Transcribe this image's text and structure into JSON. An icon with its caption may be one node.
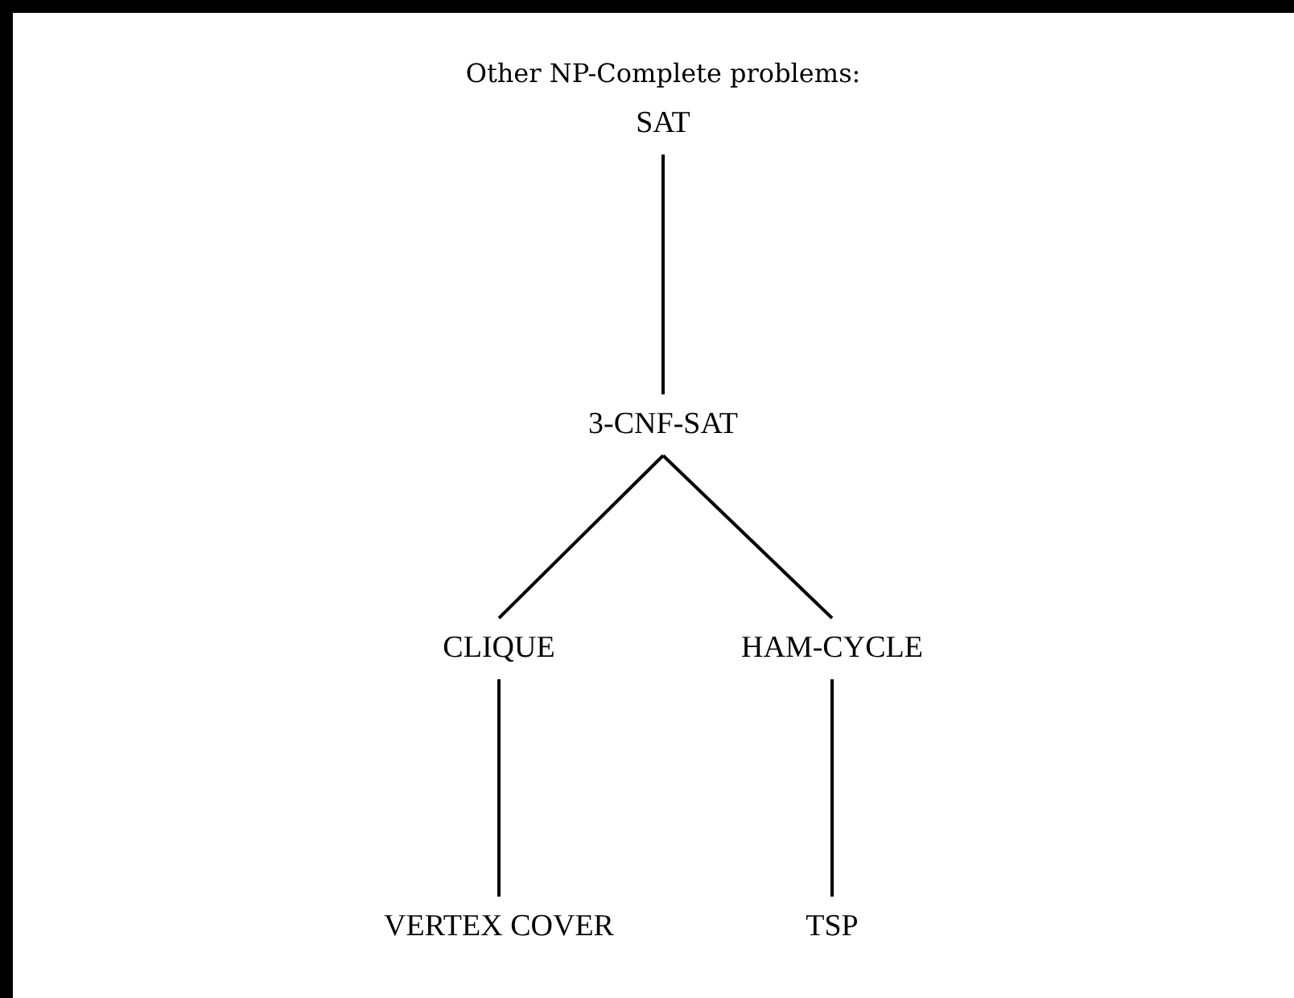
{
  "diagram": {
    "title": "Other NP-Complete problems:",
    "nodes": [
      {
        "text": [
          "SAT"
        ]
      },
      {
        "text": [
          "3-CNF-SAT"
        ]
      },
      {
        "text": [
          "CLIQUE"
        ]
      },
      {
        "text": [
          "HAM-CYCLE"
        ]
      },
      {
        "text": [
          "VERTEX COVER"
        ]
      },
      {
        "text": [
          "TSP"
        ]
      }
    ],
    "edges": [
      {
        "from": 0,
        "to": 1,
        "arrow": "none"
      },
      {
        "from": 1,
        "to": 2,
        "arrow": "none"
      },
      {
        "from": 1,
        "to": 3,
        "arrow": "none"
      },
      {
        "from": 2,
        "to": 4,
        "arrow": "none"
      },
      {
        "from": 3,
        "to": 5,
        "arrow": "none"
      }
    ]
  }
}
